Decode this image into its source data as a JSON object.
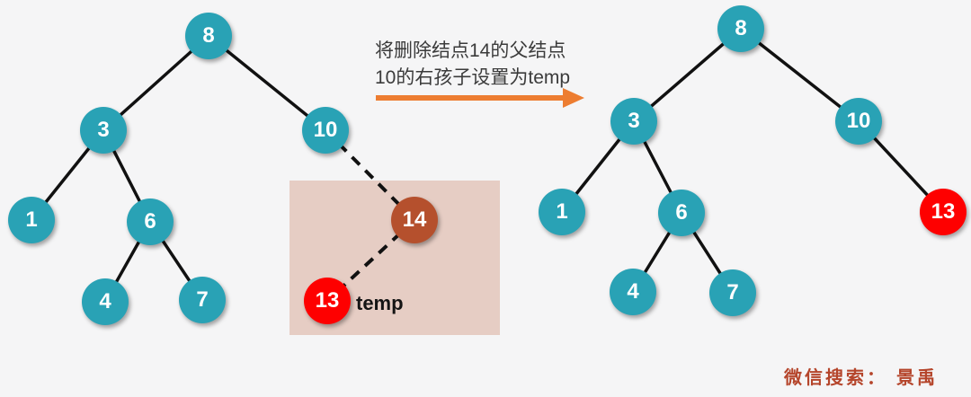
{
  "annotation": {
    "line1": "将删除结点14的父结点",
    "line2": "10的右孩子设置为temp"
  },
  "temp_label": "temp",
  "watermark": "微信搜索： 景禹",
  "colors": {
    "node_teal": "#29a2b5",
    "node_brown": "#b5502d",
    "node_red": "#fe0000",
    "highlight_box": "#e6cdc4",
    "arrow_orange": "#ed7d31",
    "edge_black": "#111111",
    "watermark_red": "#b5452b",
    "background": "#f5f5f6"
  },
  "left_tree": {
    "nodes": [
      {
        "value": "8"
      },
      {
        "value": "3"
      },
      {
        "value": "10"
      },
      {
        "value": "1"
      },
      {
        "value": "6"
      },
      {
        "value": "4"
      },
      {
        "value": "7"
      }
    ],
    "detached": [
      {
        "value": "14"
      },
      {
        "value": "13"
      }
    ]
  },
  "right_tree": {
    "nodes": [
      {
        "value": "8"
      },
      {
        "value": "3"
      },
      {
        "value": "10"
      },
      {
        "value": "1"
      },
      {
        "value": "6"
      },
      {
        "value": "4"
      },
      {
        "value": "7"
      },
      {
        "value": "13"
      }
    ]
  }
}
